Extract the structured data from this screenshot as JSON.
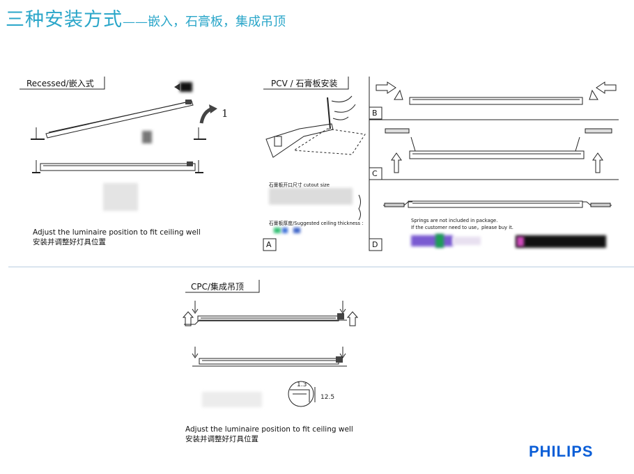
{
  "title": {
    "main": "三种安装方式",
    "dash": "——",
    "sub": "嵌入，石膏板，集成吊顶"
  },
  "recessed": {
    "tab_label": "Recessed/嵌入式",
    "step_number": "1",
    "caption_en": "Adjust the luminaire position to fit ceiling well",
    "caption_cn": "安装并调整好灯具位置"
  },
  "pcv": {
    "tab_label": "PCV / 石膏板安装",
    "cutout_label": "石膏板开口尺寸 cutout size",
    "thickness_label": "石膏板厚度/Suggested ceiling thickness :",
    "panel_letters": [
      "A",
      "B",
      "C",
      "D"
    ]
  },
  "springs_note": {
    "line1": "Springs are not included in package.",
    "line2": "If the customer need to use，please buy it."
  },
  "cpc": {
    "tab_label": "CPC/集成吊顶",
    "dim1": "1.3",
    "dim2": "12.5",
    "caption_en": "Adjust the luminaire position to fit ceiling well",
    "caption_cn": "安装并调整好灯具位置"
  },
  "logo": {
    "text": "PHILIPS",
    "color": "#0b5ed7"
  },
  "colors": {
    "title": "#2aa6c9",
    "divider": "#b9cde0"
  }
}
